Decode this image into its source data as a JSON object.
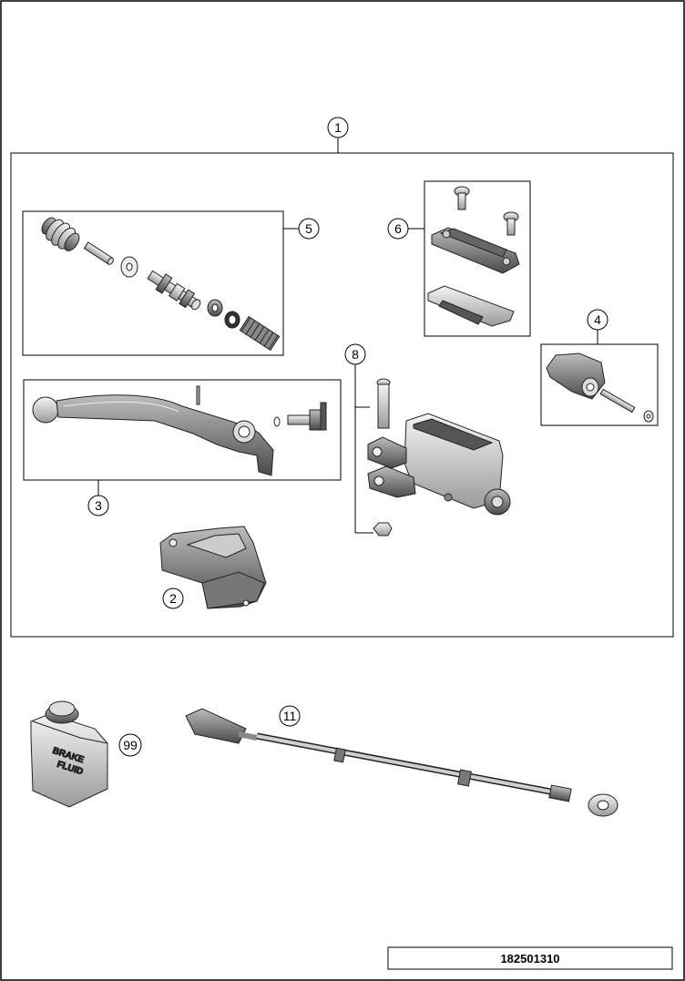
{
  "callouts": {
    "c1": "1",
    "c2": "2",
    "c3": "3",
    "c4": "4",
    "c5": "5",
    "c6": "6",
    "c8": "8",
    "c11": "11",
    "c99": "99"
  },
  "brake_fluid_can": {
    "line1": "BRAKE",
    "line2": "FLUID"
  },
  "part_number": "182501310"
}
